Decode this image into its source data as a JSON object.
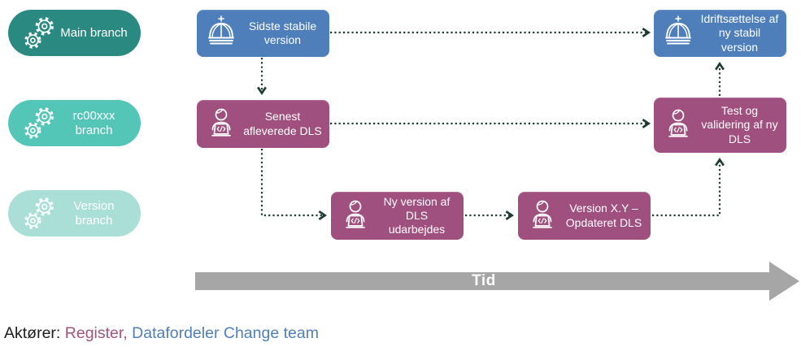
{
  "theme": {
    "teal-dark": "#2a8a81",
    "teal-mid": "#53c6b7",
    "teal-light": "#aadfd8",
    "blue": "#4e7fba",
    "purple": "#a0507e",
    "purple-text": "#a5527f",
    "blue-text": "#4e7fba",
    "arrow": "#1d3b33",
    "timeline-gray": "#a6a6a6",
    "ink": "#1c1c1c"
  },
  "branches": [
    {
      "label": "Main branch"
    },
    {
      "label": "rc00xxx branch"
    },
    {
      "label": "Version branch"
    }
  ],
  "nodes": [
    {
      "label": "Sidste stabile version",
      "icon": "crown-icon"
    },
    {
      "label": "Idriftsættelse af ny stabil version",
      "icon": "crown-icon"
    },
    {
      "label": "Senest afleverede DLS",
      "icon": "developer-laptop-icon"
    },
    {
      "label": "Test og validering af ny DLS",
      "icon": "developer-laptop-icon"
    },
    {
      "label": "Ny version af DLS udarbejdes",
      "icon": "developer-laptop-icon"
    },
    {
      "label": "Version X.Y – Opdateret DLS",
      "icon": "developer-laptop-icon"
    }
  ],
  "timeline": {
    "label": "Tid"
  },
  "footer": {
    "prefix": "Aktører: ",
    "actor_register": "Register, ",
    "actor_team": "Datafordeler Change team"
  }
}
